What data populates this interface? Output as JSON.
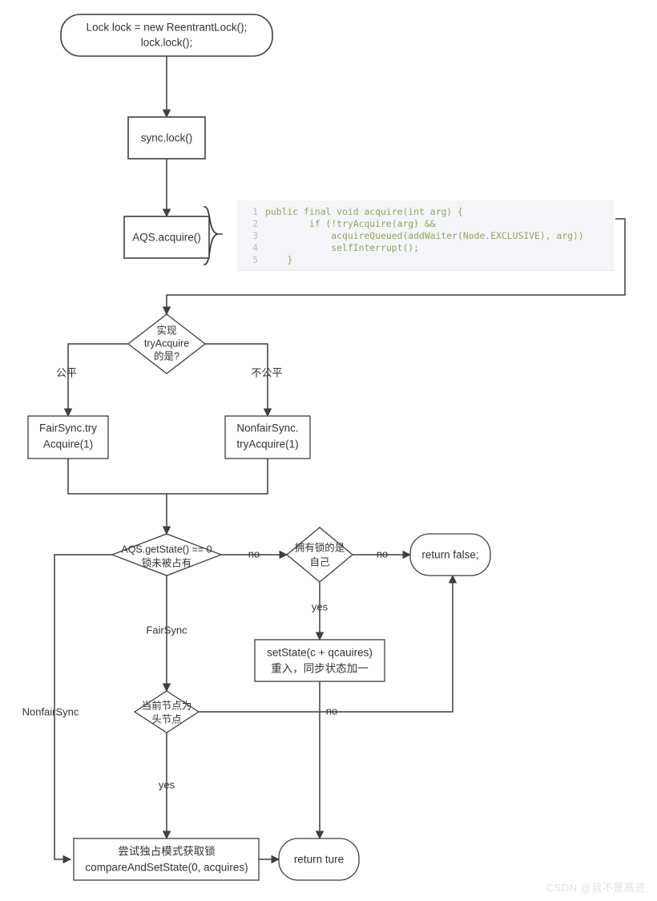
{
  "diagram": {
    "title": "ReentrantLock AQS acquire flowchart",
    "watermark": "CSDN @我不是高进",
    "colors": {
      "stroke": "#3b3f46",
      "text": "#333333",
      "code_bg": "#f4f5f8",
      "code_fg": "#8fa85a",
      "gutter_fg": "#b8bcc4",
      "watermark": "#e2e2e2"
    },
    "nodes": {
      "start": {
        "shape": "rounded",
        "line1": "Lock lock = new ReentrantLock();",
        "line2": "lock.lock();"
      },
      "sync_lock": {
        "shape": "rect",
        "label": "sync.lock()"
      },
      "aqs_acquire": {
        "shape": "rect",
        "label": "AQS.acquire()"
      },
      "decide_tryacquire": {
        "shape": "diamond",
        "line1": "实现",
        "line2": "tryAcquire",
        "line3": "的是?"
      },
      "fair_sync": {
        "shape": "rect",
        "line1": "FairSync.try",
        "line2": "Acquire(1)"
      },
      "nonfair_sync": {
        "shape": "rect",
        "line1": "NonfairSync.",
        "line2": "tryAcquire(1)"
      },
      "decide_state": {
        "shape": "diamond",
        "line1": "AQS.getState() == 0",
        "line2": "锁未被占有"
      },
      "decide_owner": {
        "shape": "diamond",
        "line1": "拥有锁的是",
        "line2": "自己"
      },
      "return_false": {
        "shape": "rounded",
        "label": "return false;"
      },
      "set_state": {
        "shape": "rect",
        "line1": "setState(c + qcauires)",
        "line2": "重入，同步状态加一"
      },
      "decide_head": {
        "shape": "diamond",
        "line1": "当前节点为",
        "line2": "头节点"
      },
      "cas_box": {
        "shape": "rect",
        "line1": "尝试独占模式获取锁",
        "line2": "compareAndSetState(0, acquires)"
      },
      "return_true": {
        "shape": "rounded",
        "label": "return ture"
      }
    },
    "edge_labels": {
      "fair": "公平",
      "unfair": "不公平",
      "no_owner": "no",
      "no_false": "no",
      "yes_setstate": "yes",
      "fairsync": "FairSync",
      "nonfairsync": "NonfairSync",
      "no_head": "no",
      "yes_head": "yes"
    },
    "code": {
      "lines": [
        {
          "n": "1",
          "text": "public final void acquire(int arg) {"
        },
        {
          "n": "2",
          "text": "        if (!tryAcquire(arg) &&"
        },
        {
          "n": "3",
          "text": "            acquireQueued(addWaiter(Node.EXCLUSIVE), arg))"
        },
        {
          "n": "4",
          "text": "            selfInterrupt();"
        },
        {
          "n": "5",
          "text": "    }"
        }
      ]
    }
  }
}
